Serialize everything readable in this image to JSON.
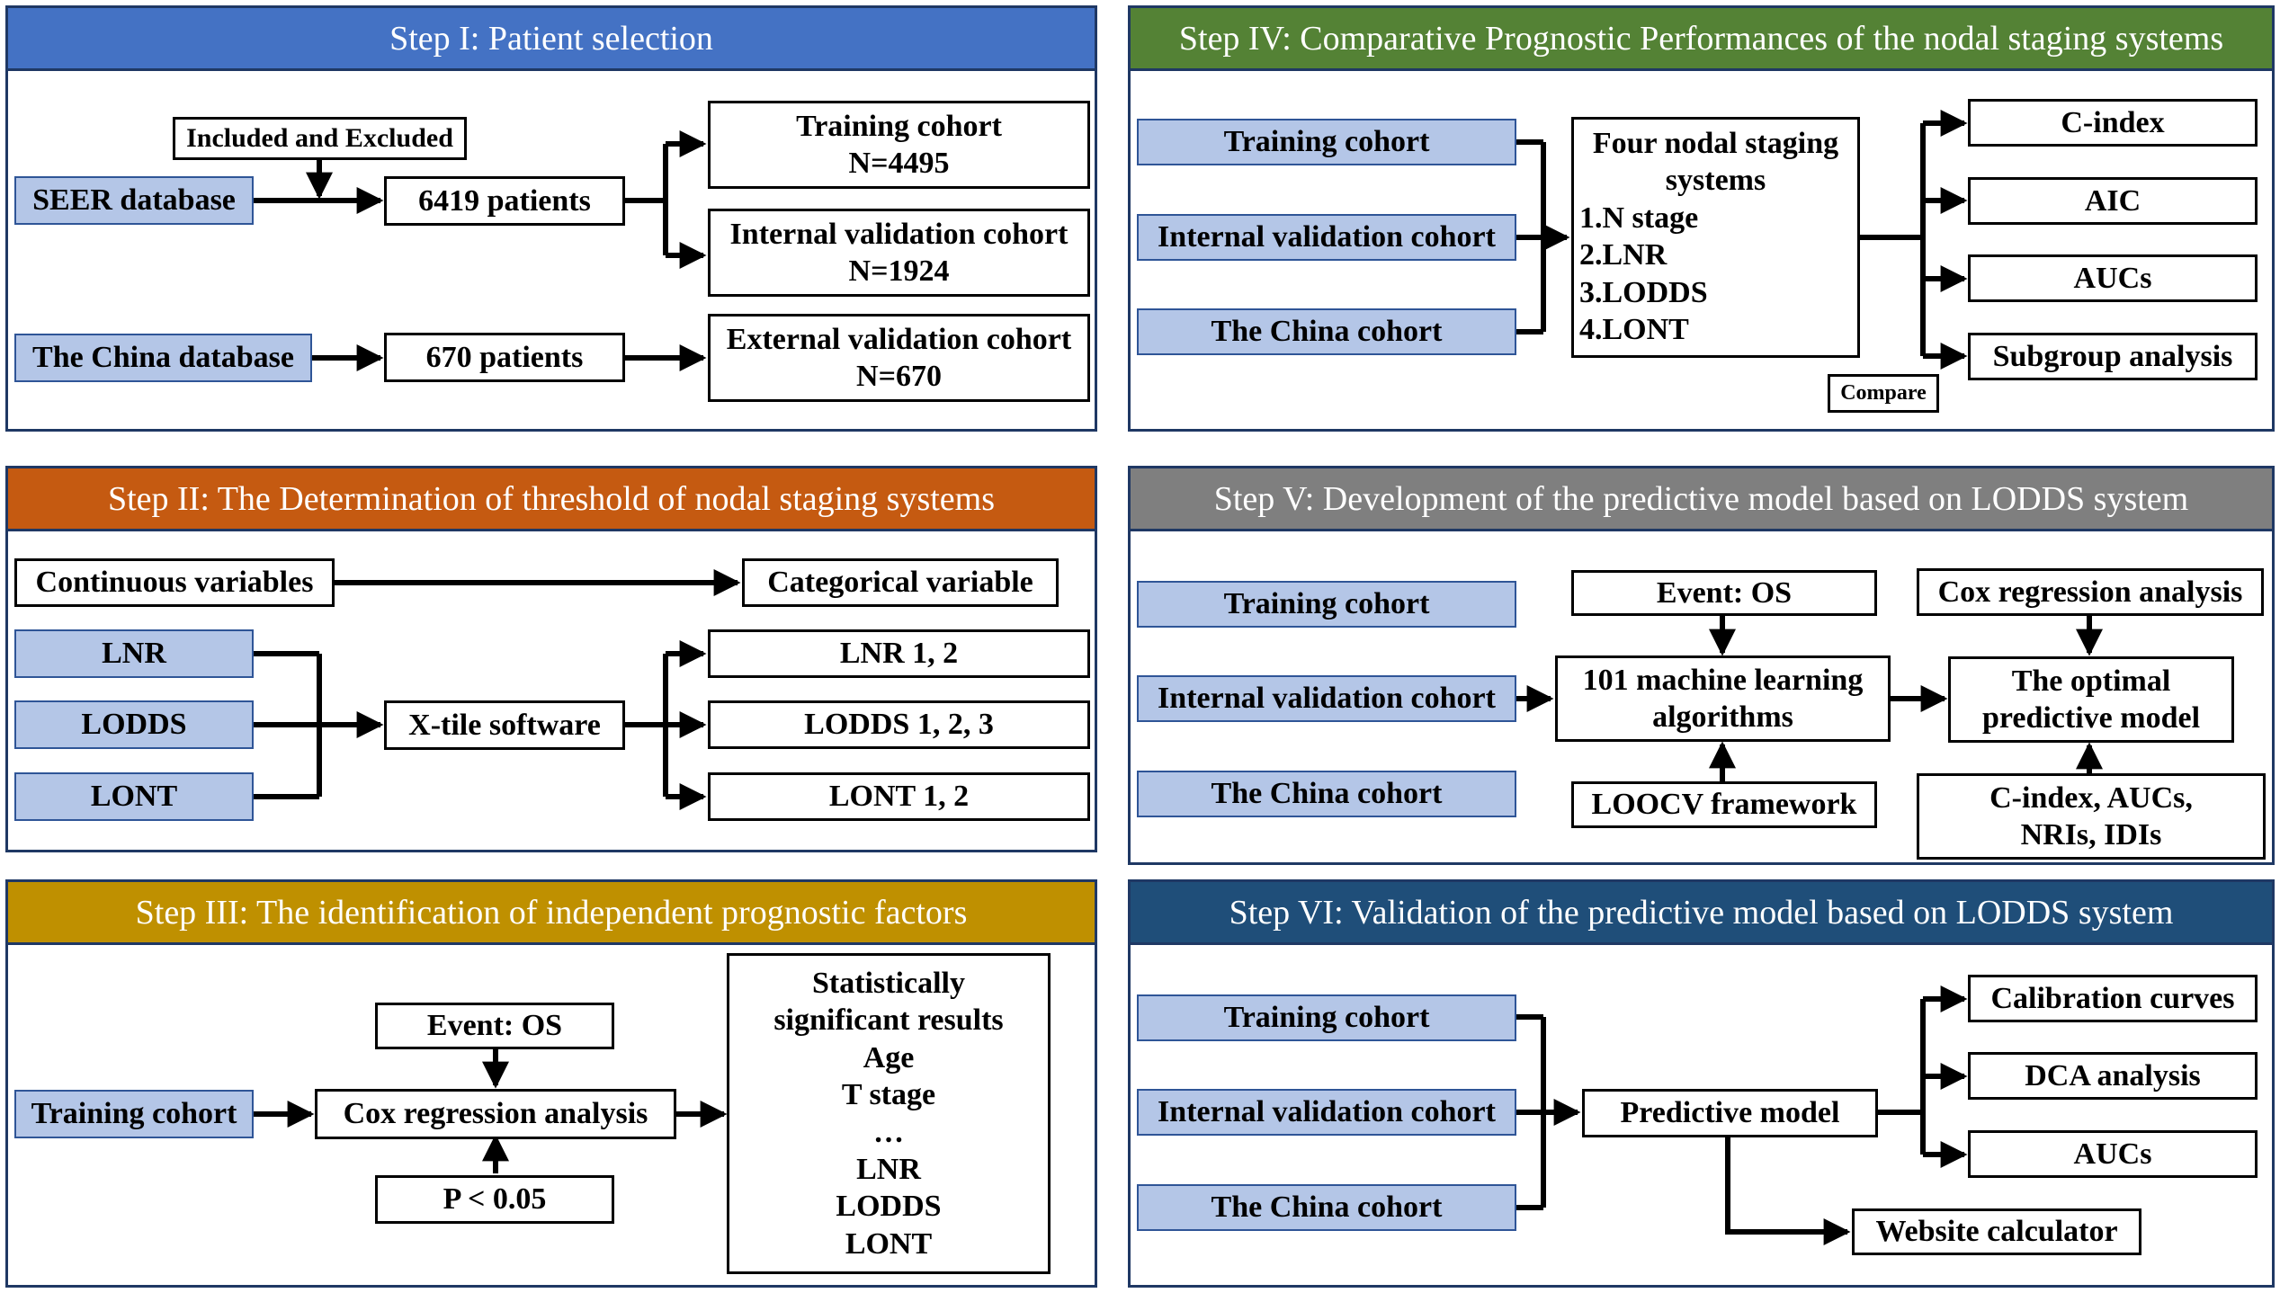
{
  "colors": {
    "step1": "#4472c4",
    "step2": "#c55a11",
    "step3": "#bf9000",
    "step4": "#548235",
    "step5": "#7f7f7f",
    "step6": "#1f4e79",
    "input_fill": "#b4c6e7",
    "border": "#1f3864"
  },
  "step1": {
    "title": "Step I: Patient selection",
    "included_excluded": "Included and Excluded",
    "seer": "SEER database",
    "patients_6419": "6419 patients",
    "training": [
      "Training cohort",
      "N=4495"
    ],
    "internal": [
      "Internal validation cohort",
      "N=1924"
    ],
    "china_db": "The China database",
    "patients_670": "670 patients",
    "external": [
      "External validation cohort",
      "N=670"
    ]
  },
  "step2": {
    "title": "Step II: The Determination of threshold of nodal staging systems",
    "continuous": "Continuous variables",
    "categorical": "Categorical variable",
    "lnr": "LNR",
    "lodds": "LODDS",
    "lont": "LONT",
    "xtile": "X-tile software",
    "lnr_out": "LNR 1, 2",
    "lodds_out": "LODDS 1, 2, 3",
    "lont_out": "LONT 1, 2"
  },
  "step3": {
    "title": "Step III: The identification of independent prognostic factors",
    "training": "Training cohort",
    "event": "Event: OS",
    "cox": "Cox regression analysis",
    "p": "P < 0.05",
    "results": [
      "Statistically",
      "significant results",
      "Age",
      "T stage",
      "…",
      "LNR",
      "LODDS",
      "LONT"
    ]
  },
  "step4": {
    "title": "Step IV: Comparative Prognostic Performances of the nodal staging systems",
    "training": "Training cohort",
    "internal": "Internal validation cohort",
    "china": "The China cohort",
    "systems_title": [
      "Four nodal staging",
      "systems"
    ],
    "systems": [
      "1.N stage",
      "2.LNR",
      "3.LODDS",
      "4.LONT"
    ],
    "compare": "Compare",
    "cindex": "C-index",
    "aic": "AIC",
    "aucs": "AUCs",
    "subgroup": "Subgroup analysis"
  },
  "step5": {
    "title": "Step V: Development of the predictive model based on LODDS system",
    "training": "Training cohort",
    "internal": "Internal validation cohort",
    "china": "The China cohort",
    "event": "Event: OS",
    "ml": [
      "101 machine learning",
      "algorithms"
    ],
    "loocv": "LOOCV framework",
    "cox": "Cox regression analysis",
    "optimal": [
      "The optimal",
      "predictive model"
    ],
    "metrics": [
      "C-index, AUCs,",
      "NRIs, IDIs"
    ]
  },
  "step6": {
    "title": "Step VI: Validation of the predictive model based on LODDS system",
    "training": "Training cohort",
    "internal": "Internal validation cohort",
    "china": "The China cohort",
    "model": "Predictive model",
    "calibration": "Calibration curves",
    "dca": "DCA analysis",
    "aucs": "AUCs",
    "website": "Website calculator"
  }
}
